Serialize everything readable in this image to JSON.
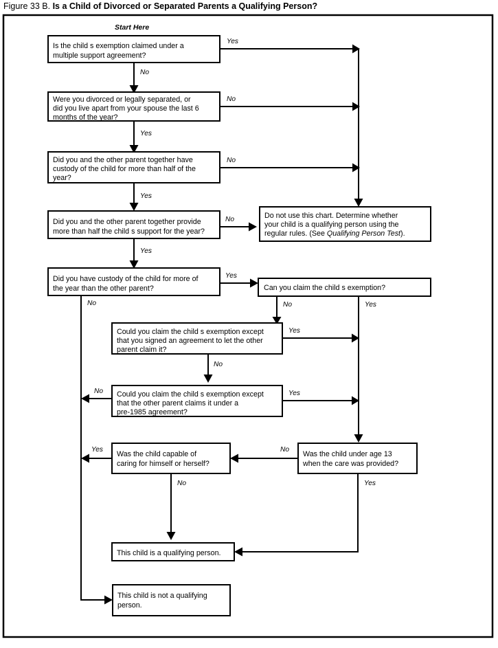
{
  "figure": {
    "number": "Figure 33 B.",
    "heading": "Is a Child of Divorced or Separated Parents a Qualifying Person?",
    "start_label": "Start Here"
  },
  "colors": {
    "ink": "#000000",
    "paper": "#ffffff"
  },
  "nodes": {
    "q1": {
      "id": "multiple-support-agreement",
      "lines": [
        "Is the child   s exemption claimed under a",
        "multiple  support  agreement?"
      ]
    },
    "q2": {
      "id": "divorced-or-separated",
      "lines": [
        "Were you divorced or legally separated, or",
        "did you live apart from your spouse the last 6",
        "months of the year?"
      ]
    },
    "q3": {
      "id": "custody-more-than-half",
      "lines": [
        "Did  you and  the  other parent together have",
        "custody of the  child  for more than half of the",
        "year?"
      ]
    },
    "q4": {
      "id": "provided-more-than-half-support",
      "lines": [
        "Did you and the other parent together provide",
        "more than half the child   s support for the year?"
      ]
    },
    "q5": {
      "id": "custody-more-of-year",
      "lines": [
        "Did  you have custody of the child for more of",
        "the year than the other parent?"
      ]
    },
    "q6": {
      "id": "can-claim-exemption",
      "lines": [
        "Can you claim the child   s exemption?"
      ]
    },
    "q7": {
      "id": "could-claim-except-signed-agreement",
      "lines": [
        "Could you claim the child   s exemption except",
        "that you signed an agreement to let the other",
        "parent claim it?"
      ]
    },
    "q8": {
      "id": "could-claim-except-pre-1985",
      "lines": [
        "Could you claim the child   s exemption except",
        "that the  other parent claims it  under a",
        "pre-1985  agreement?"
      ]
    },
    "q9": {
      "id": "child-capable-of-self-care",
      "lines": [
        "Was the child capable of",
        "caring for himself or herself?"
      ]
    },
    "q10": {
      "id": "child-under-age-13",
      "lines": [
        "Was the child under age 13",
        "when the  care  was provided?"
      ]
    },
    "r1": {
      "id": "do-not-use-this-chart",
      "lines": [
        "Do not use this chart. Determine whether",
        "your child is a qualifying person using the",
        "regular rules. (See "
      ],
      "italic_part": "Qualifying Person Test",
      "tail_part": ")."
    },
    "r2": {
      "id": "is-a-qualifying-person",
      "lines": [
        "This child is a qualifying person."
      ]
    },
    "r3": {
      "id": "is-not-a-qualifying-person",
      "lines": [
        "This child is not  a qualifying",
        "person."
      ]
    }
  },
  "edge_labels": {
    "q1_yes": "Yes",
    "q1_no": "No",
    "q2_no": "No",
    "q2_yes": "Yes",
    "q3_no": "No",
    "q3_yes": "Yes",
    "q4_no": "No",
    "q4_yes": "Yes",
    "q5_yes": "Yes",
    "q5_no": "No",
    "q6_no": "No",
    "q6_yes": "Yes",
    "q7_yes": "Yes",
    "q7_no": "No",
    "q8_no": "No",
    "q8_yes": "Yes",
    "q9_yes": "Yes",
    "q9_no": "No",
    "q10_no": "No",
    "q10_yes": "Yes"
  }
}
